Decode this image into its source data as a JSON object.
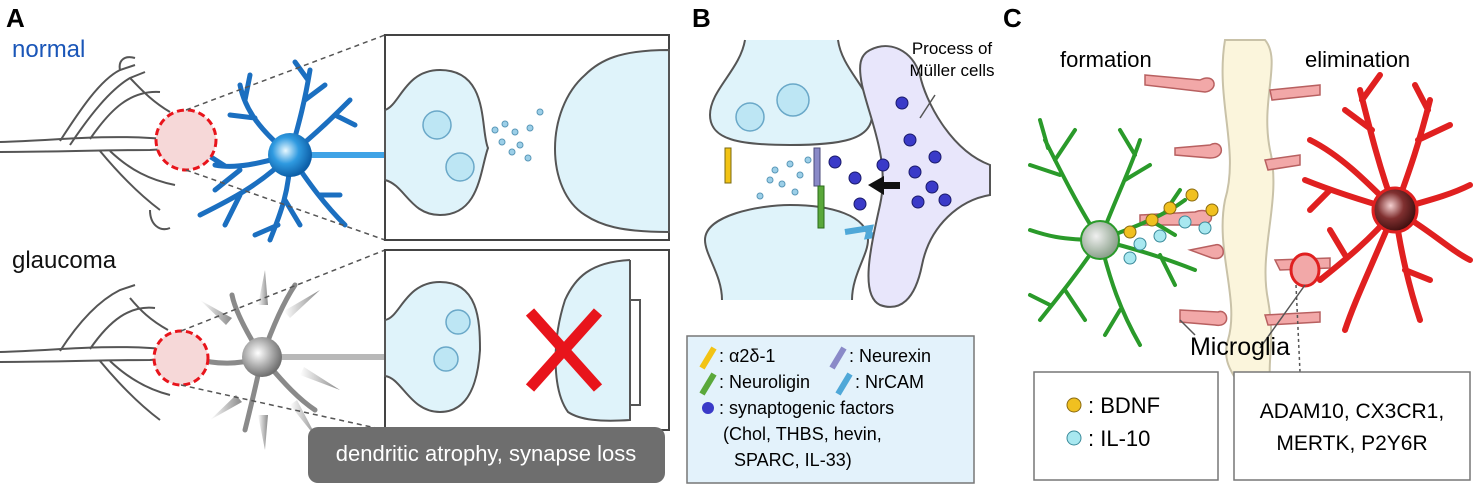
{
  "panelA": {
    "label": "A",
    "normal_label": "normal",
    "glaucoma_label": "glaucoma",
    "caption": "dendritic atrophy, synapse loss",
    "colors": {
      "normal": "#1a56b8",
      "neuron_normal": "#3fa3e6",
      "neuron_glaucoma": "#b8b8b8",
      "cross": "#e8141b",
      "caption_bg": "#6e6e6e"
    }
  },
  "panelB": {
    "label": "B",
    "muller_label_line1": "Process of",
    "muller_label_line2": "Müller cells",
    "legend": {
      "a2d1": ": α2δ-1",
      "neurexin": ": Neurexin",
      "neuroligin": ": Neuroligin",
      "nrcam": ": NrCAM",
      "factors": ": synaptogenic factors",
      "factors_list_1": "(Chol, THBS, hevin,",
      "factors_list_2": "SPARC, IL-33)"
    },
    "colors": {
      "a2d1": "#f2c314",
      "neurexin": "#8a8ac8",
      "neuroligin": "#5aa83a",
      "nrcam": "#4fa8d8",
      "factor": "#3a3ac8"
    }
  },
  "panelC": {
    "label": "C",
    "formation_label": "formation",
    "elimination_label": "elimination",
    "microglia_label": "Microglia",
    "legend_left": {
      "bdnf": ": BDNF",
      "il10": ": IL-10"
    },
    "legend_right": {
      "line1": "ADAM10, CX3CR1,",
      "line2": "MERTK, P2Y6R"
    },
    "colors": {
      "microglia_green": "#3cc83c",
      "microglia_red": "#e02020",
      "bdnf": "#f0c020",
      "il10": "#a8e8f0"
    }
  }
}
